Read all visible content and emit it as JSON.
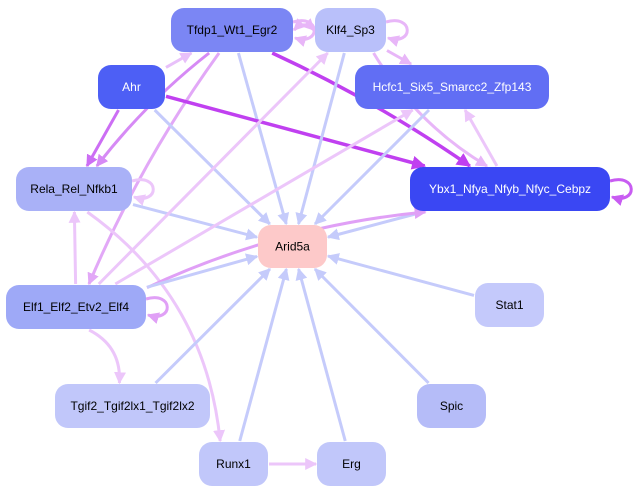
{
  "graph": {
    "type": "directed-network",
    "nodes": [
      {
        "id": "tfdp1",
        "label": "Tfdp1_Wt1_Egr2",
        "fill": "#7b86f4",
        "text_color": "#000000"
      },
      {
        "id": "klf4",
        "label": "Klf4_Sp3",
        "fill": "#b9c0fa",
        "text_color": "#000000"
      },
      {
        "id": "ahr",
        "label": "Ahr",
        "fill": "#4d5ff5",
        "text_color": "#ffffff"
      },
      {
        "id": "hcfc1",
        "label": "Hcfc1_Six5_Smarcc2_Zfp143",
        "fill": "#616ef4",
        "text_color": "#ffffff"
      },
      {
        "id": "rela",
        "label": "Rela_Rel_Nfkb1",
        "fill": "#a9b1f7",
        "text_color": "#000000"
      },
      {
        "id": "ybx1",
        "label": "Ybx1_Nfya_Nfyb_Nfyc_Cebpz",
        "fill": "#3a47f3",
        "text_color": "#ffffff"
      },
      {
        "id": "arid5a",
        "label": "Arid5a",
        "fill": "#fdc9c9",
        "text_color": "#000000"
      },
      {
        "id": "elf1",
        "label": "Elf1_Elf2_Etv2_Elf4",
        "fill": "#9ea9f7",
        "text_color": "#000000"
      },
      {
        "id": "stat1",
        "label": "Stat1",
        "fill": "#c4c9fb",
        "text_color": "#000000"
      },
      {
        "id": "tgif2",
        "label": "Tgif2_Tgif2lx1_Tgif2lx2",
        "fill": "#c1c7fa",
        "text_color": "#000000"
      },
      {
        "id": "spic",
        "label": "Spic",
        "fill": "#b5bcf8",
        "text_color": "#000000"
      },
      {
        "id": "runx1",
        "label": "Runx1",
        "fill": "#c1c7fa",
        "text_color": "#000000"
      },
      {
        "id": "erg",
        "label": "Erg",
        "fill": "#c1c7fa",
        "text_color": "#000000"
      }
    ],
    "edges": [
      {
        "from": "tfdp1",
        "to": "klf4",
        "color": "#e8b6f8"
      },
      {
        "from": "klf4",
        "to": "tfdp1",
        "color": "#e8b6f8"
      },
      {
        "from": "tfdp1",
        "to": "tfdp1",
        "color": "#e8b6f8"
      },
      {
        "from": "klf4",
        "to": "klf4",
        "color": "#e8b6f8"
      },
      {
        "from": "klf4",
        "to": "hcfc1",
        "color": "#e8b6f8"
      },
      {
        "from": "tfdp1",
        "to": "ybx1",
        "color": "#c040f0"
      },
      {
        "from": "tfdp1",
        "to": "rela",
        "color": "#d68af5"
      },
      {
        "from": "tfdp1",
        "to": "arid5a",
        "color": "#c5cbfb"
      },
      {
        "from": "tfdp1",
        "to": "elf1",
        "color": "#e2a8f7"
      },
      {
        "from": "ahr",
        "to": "tfdp1",
        "color": "#e8c0fa"
      },
      {
        "from": "ahr",
        "to": "rela",
        "color": "#cc6ef4"
      },
      {
        "from": "ahr",
        "to": "ybx1",
        "color": "#c040f0"
      },
      {
        "from": "ahr",
        "to": "arid5a",
        "color": "#c5cbfb"
      },
      {
        "from": "klf4",
        "to": "ybx1",
        "color": "#e8b6f8"
      },
      {
        "from": "klf4",
        "to": "arid5a",
        "color": "#c5cbfb"
      },
      {
        "from": "hcfc1",
        "to": "arid5a",
        "color": "#c5cbfb"
      },
      {
        "from": "ybx1",
        "to": "hcfc1",
        "color": "#ecc6fa"
      },
      {
        "from": "ybx1",
        "to": "ybx1",
        "color": "#c85cf2"
      },
      {
        "from": "ybx1",
        "to": "arid5a",
        "color": "#c5cbfb"
      },
      {
        "from": "rela",
        "to": "rela",
        "color": "#ecc6fa"
      },
      {
        "from": "rela",
        "to": "arid5a",
        "color": "#c5cbfb"
      },
      {
        "from": "rela",
        "to": "runx1",
        "color": "#ecc6fa"
      },
      {
        "from": "elf1",
        "to": "rela",
        "color": "#ecc6fa"
      },
      {
        "from": "elf1",
        "to": "klf4",
        "color": "#ecc6fa"
      },
      {
        "from": "elf1",
        "to": "hcfc1",
        "color": "#ecc6fa"
      },
      {
        "from": "elf1",
        "to": "ybx1",
        "color": "#e0a0f6"
      },
      {
        "from": "elf1",
        "to": "arid5a",
        "color": "#c5cbfb"
      },
      {
        "from": "elf1",
        "to": "elf1",
        "color": "#e0a0f6"
      },
      {
        "from": "elf1",
        "to": "tgif2",
        "color": "#ecc6fa"
      },
      {
        "from": "stat1",
        "to": "arid5a",
        "color": "#c5cbfb"
      },
      {
        "from": "tgif2",
        "to": "arid5a",
        "color": "#c5cbfb"
      },
      {
        "from": "spic",
        "to": "arid5a",
        "color": "#c5cbfb"
      },
      {
        "from": "runx1",
        "to": "arid5a",
        "color": "#c5cbfb"
      },
      {
        "from": "runx1",
        "to": "erg",
        "color": "#ecc6fa"
      },
      {
        "from": "erg",
        "to": "arid5a",
        "color": "#c5cbfb"
      }
    ]
  }
}
